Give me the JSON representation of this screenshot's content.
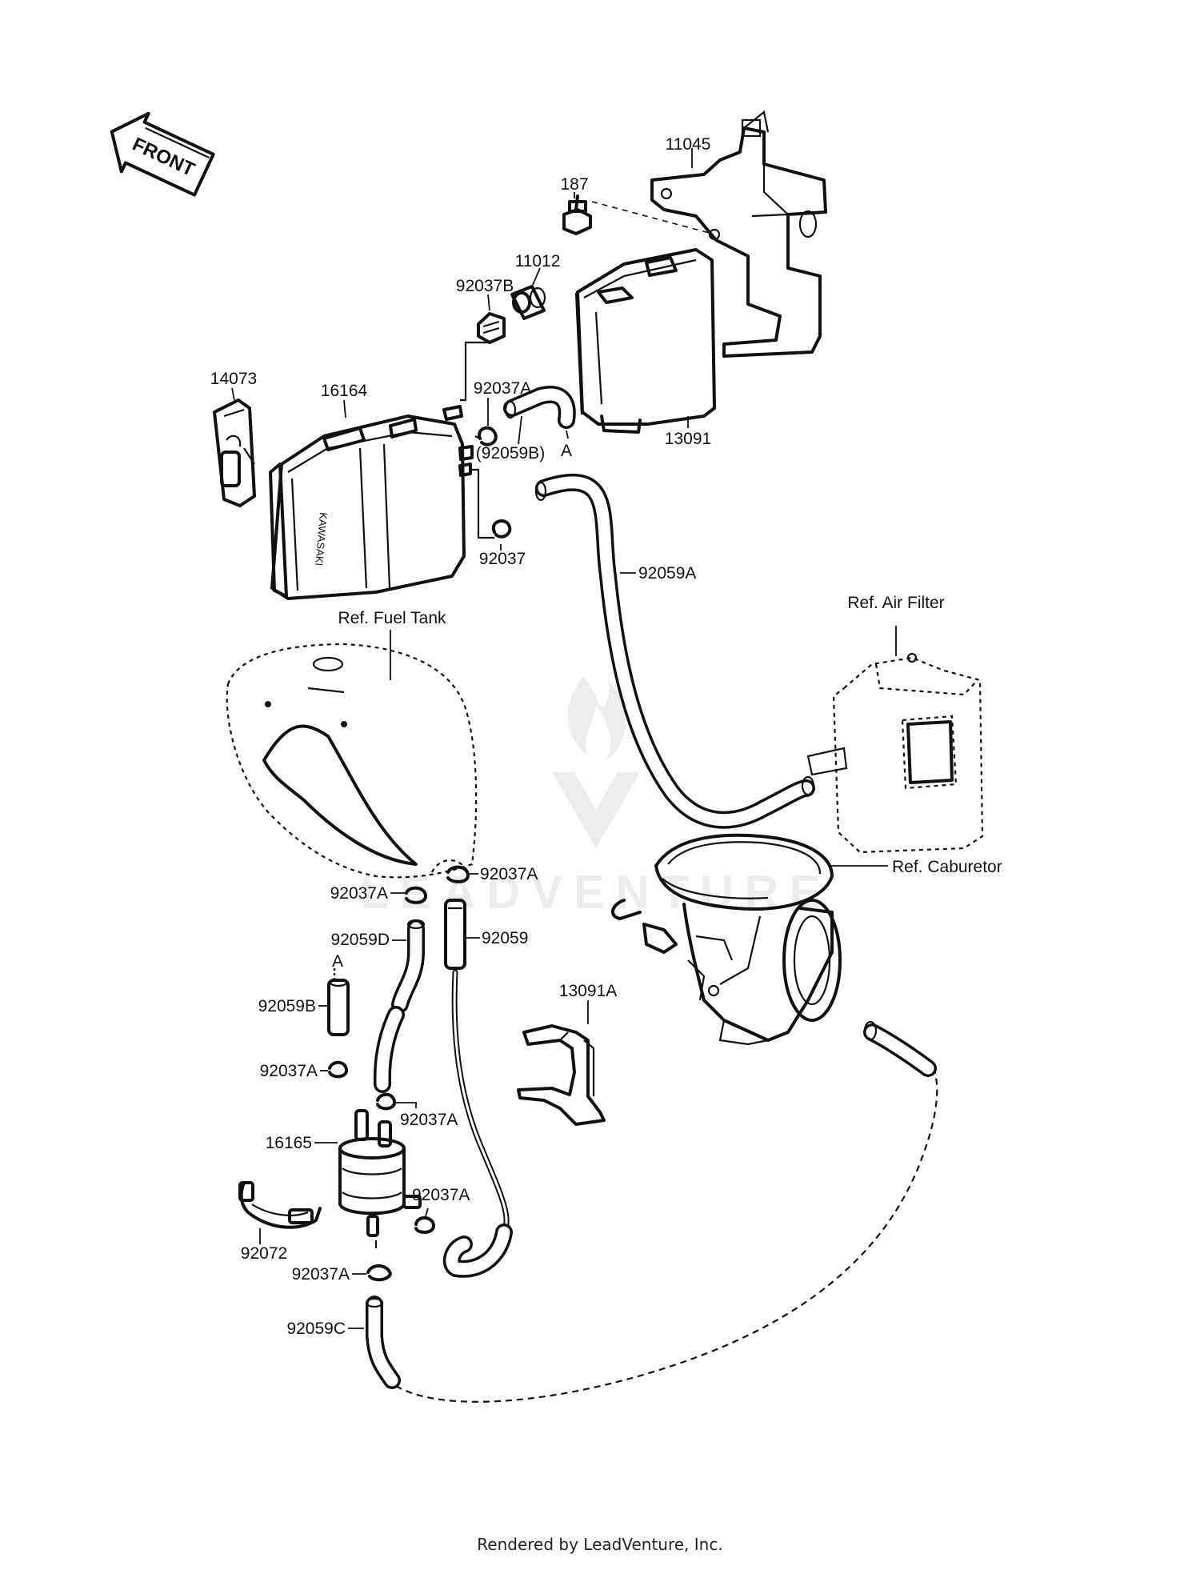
{
  "front_arrow": {
    "label": "FRONT"
  },
  "watermark": {
    "text": "LEADVENTURE"
  },
  "labels": {
    "p11045": "11045",
    "p187": "187",
    "p11012": "11012",
    "p92037b": "92037B",
    "p14073": "14073",
    "p16164": "16164",
    "p92037a_top": "92037A",
    "p92059b_paren": "(92059B)",
    "pA_top": "A",
    "p13091": "13091",
    "p92037": "92037",
    "p92059a": "92059A",
    "ref_fuel_tank": "Ref. Fuel Tank",
    "ref_air_filter": "Ref. Air Filter",
    "ref_carburetor": "Ref. Caburetor",
    "p92037a_1": "92037A",
    "p92037a_2": "92037A",
    "p92059d": "92059D",
    "p92059": "92059",
    "pA_bottom": "A",
    "p92059b": "92059B",
    "p13091a": "13091A",
    "p92037a_3": "92037A",
    "p92037a_4": "92037A",
    "p16165": "16165",
    "p92037a_5": "92037A",
    "p92072": "92072",
    "p92037a_6": "92037A",
    "p92059c": "92059C"
  },
  "footer": "Rendered by LeadVenture, Inc."
}
